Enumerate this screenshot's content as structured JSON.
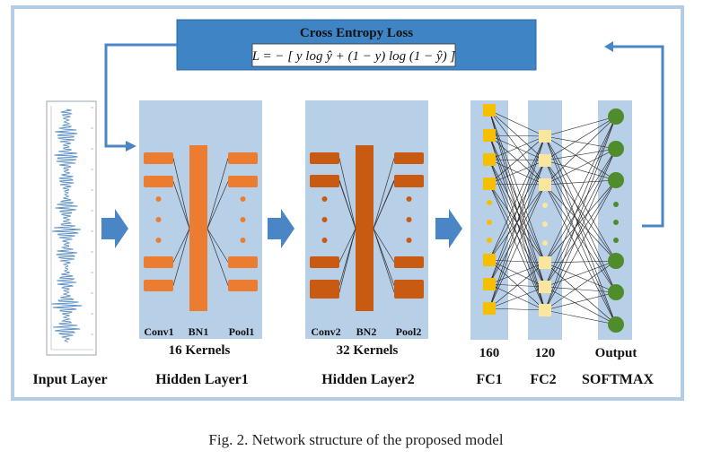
{
  "loss": {
    "title": "Cross Entropy Loss",
    "formula": "L = − [ y log ŷ + (1 − y) log (1 − ŷ) ]"
  },
  "hidden1": {
    "labels": [
      "Conv1",
      "BN1",
      "Pool1"
    ],
    "kernels": "16 Kernels",
    "name": "Hidden Layer1"
  },
  "hidden2": {
    "labels": [
      "Conv2",
      "BN2",
      "Pool2"
    ],
    "kernels": "32 Kernels",
    "name": "Hidden Layer2"
  },
  "input": {
    "name": "Input Layer"
  },
  "fc": {
    "fc1_count": "160",
    "fc2_count": "120",
    "output_label": "Output",
    "fc1_name": "FC1",
    "fc2_name": "FC2",
    "softmax_name": "SOFTMAX"
  },
  "caption": "Fig. 2. Network structure of the proposed model",
  "colors": {
    "frame": "#b4cde6",
    "loss_box": "#3f85c6",
    "panel": "#b8cfe8",
    "orange": "#ec7c30",
    "dark_orange": "#c85a12",
    "gold": "#f6c000",
    "light_gold": "#fbe6a0",
    "green": "#4f8c2c",
    "arrow": "#4a86c5",
    "signal": "#5b8fc4"
  }
}
